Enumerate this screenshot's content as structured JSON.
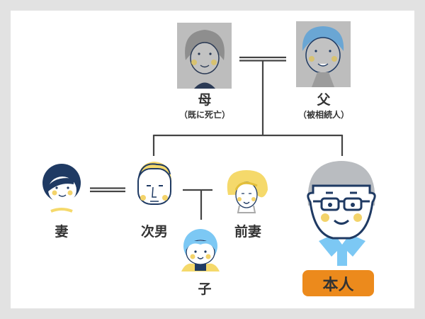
{
  "colors": {
    "line": "#444444",
    "badge": "#ec8a1c",
    "navy": "#1f3a63",
    "yellow": "#f5d96b",
    "cheek": "#f3d36a",
    "blue_light": "#7cc8f4",
    "gray_hair": "#b9bcc0"
  },
  "people": {
    "mother": {
      "label": "母",
      "note": "（既に死亡）"
    },
    "father": {
      "label": "父",
      "note": "（被相続人）"
    },
    "wife": {
      "label": "妻"
    },
    "second_son": {
      "label": "次男"
    },
    "ex_wife": {
      "label": "前妻"
    },
    "child": {
      "label": "子"
    },
    "self": {
      "label": "本人"
    }
  }
}
